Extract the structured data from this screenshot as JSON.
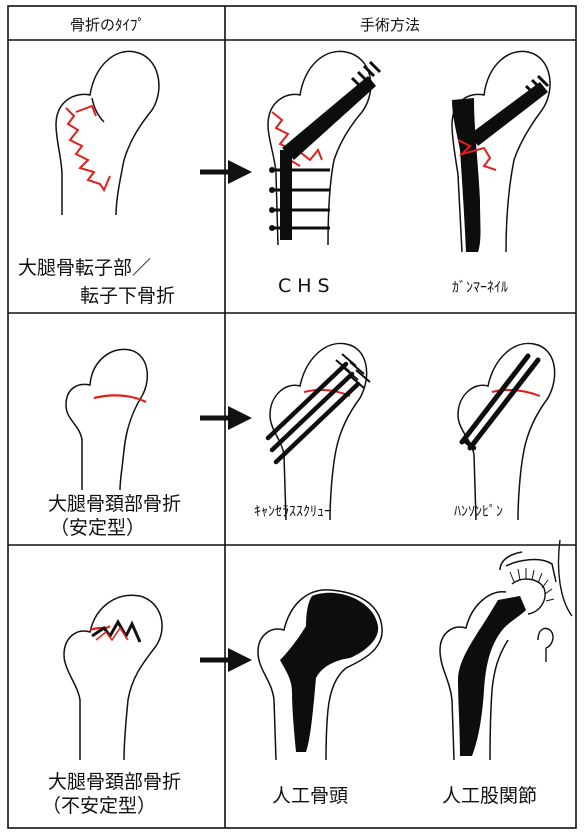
{
  "header": {
    "fracture_type": "骨折のﾀｲﾌﾟ",
    "surgery_method": "手術方法"
  },
  "rows": [
    {
      "fracture_lines": [
        "大腿骨転子部／",
        "転子下骨折"
      ],
      "methods": [
        "CHS",
        "ｶﾞﾝﾏｰﾈｲﾙ"
      ]
    },
    {
      "fracture_lines": [
        "大腿骨頚部骨折",
        "（安定型）"
      ],
      "methods": [
        "ｷｬﾝｾﾗｽｽｸﾘｭｰ",
        "ﾊﾝｿﾝﾋﾟﾝ"
      ]
    },
    {
      "fracture_lines": [
        "大腿骨頚部骨折",
        "（不安定型）"
      ],
      "methods": [
        "人工骨頭",
        "人工股関節"
      ]
    }
  ],
  "colors": {
    "line": "#111111",
    "fracture": "#e0201c",
    "implant": "#0d0d0d"
  }
}
